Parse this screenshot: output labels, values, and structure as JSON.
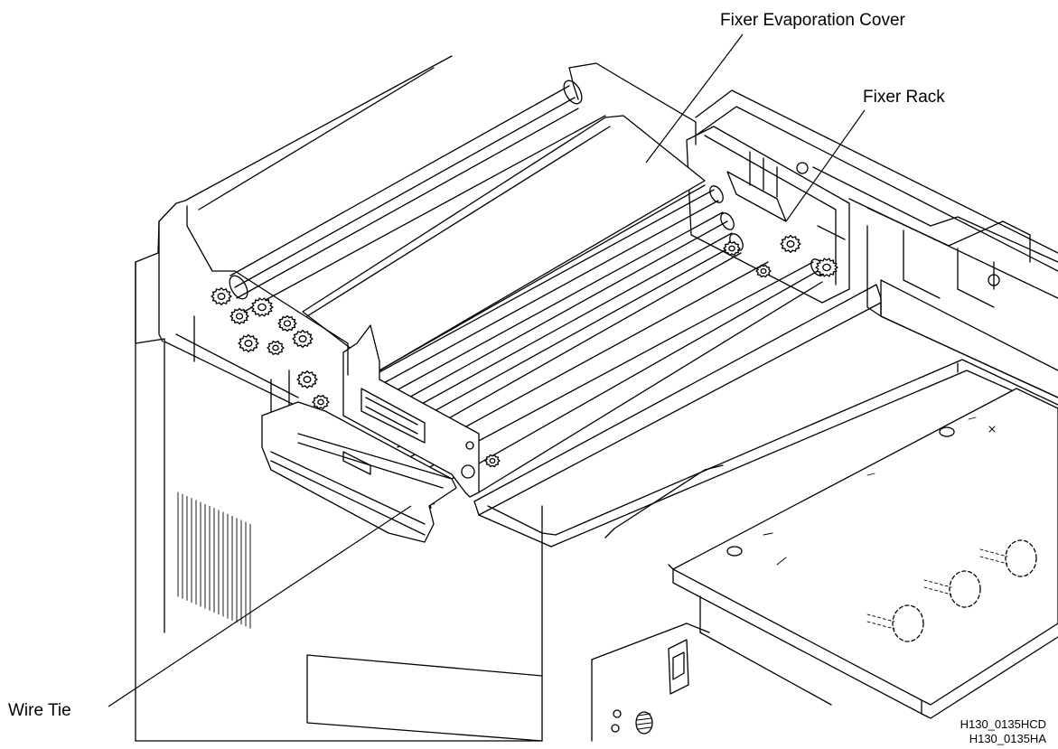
{
  "callouts": {
    "fixer_evaporation_cover": "Fixer Evaporation Cover",
    "fixer_rack": "Fixer Rack",
    "wire_tie": "Wire Tie"
  },
  "figure_codes": {
    "line1": "H130_0135HCD",
    "line2": "H130_0135HA"
  }
}
